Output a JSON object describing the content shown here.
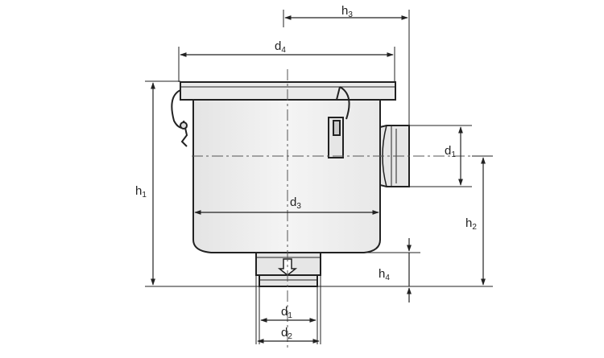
{
  "dimensions": {
    "h3": {
      "main": "h",
      "sub": "3"
    },
    "d4": {
      "main": "d",
      "sub": "4"
    },
    "h1": {
      "main": "h",
      "sub": "1"
    },
    "d1_outlet": {
      "main": "d",
      "sub": "1"
    },
    "d3": {
      "main": "d",
      "sub": "3"
    },
    "h2": {
      "main": "h",
      "sub": "2"
    },
    "h4": {
      "main": "h",
      "sub": "4"
    },
    "d1_bottom": {
      "main": "d",
      "sub": "1"
    },
    "d2": {
      "main": "d",
      "sub": "2"
    }
  },
  "colors": {
    "stroke": "#222222",
    "fill_light": "#eeeeee",
    "fill_mid": "#d9d9d9",
    "background": "#ffffff"
  }
}
